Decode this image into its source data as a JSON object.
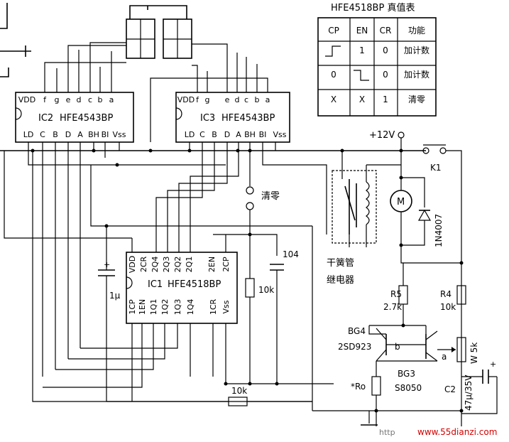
{
  "diagram": {
    "ic2": {
      "ref": "IC2",
      "part": "HFE4543BP",
      "top_pins": [
        "VDD",
        "f",
        "g",
        "e",
        "d",
        "c",
        "b",
        "a"
      ],
      "bottom_pins": [
        "LD",
        "C",
        "B",
        "D",
        "A",
        "BH",
        "BI",
        "Vss"
      ]
    },
    "ic3": {
      "ref": "IC3",
      "part": "HFE4543BP",
      "top_pins": [
        "VDD",
        "f",
        "g",
        "e",
        "d",
        "c",
        "b",
        "a"
      ],
      "bottom_pins": [
        "LD",
        "C",
        "B",
        "D",
        "A",
        "BH",
        "BI",
        "Vss"
      ]
    },
    "ic1": {
      "ref": "IC1",
      "part": "HFE4518BP",
      "top_pins": [
        "VDD",
        "2CR",
        "2Q4",
        "2Q3",
        "2Q2",
        "2Q1",
        "2EN",
        "2CP"
      ],
      "bottom_pins": [
        "1CP",
        "1EN",
        "1Q1",
        "1Q2",
        "1Q3",
        "1Q4",
        "1CR",
        "Vss"
      ]
    },
    "labels": {
      "reset_switch": "清零",
      "supply": "+12V",
      "k1": "K1",
      "diode": "1N4007",
      "motor": "M",
      "relay_line1": "干簧管",
      "relay_line2": "继电器",
      "cap_104": "104",
      "res_10k_a": "10k",
      "res_10k_b": "10k",
      "cap_1u": "1μ",
      "r5_name": "R5",
      "r5_value": "2.7k",
      "r4_name": "R4",
      "r4_value": "10k",
      "bg4_name": "BG4",
      "bg4_part": "2SD923",
      "bg3_name": "BG3",
      "bg3_part": "S8050",
      "node_b": "b",
      "node_a": "a",
      "pot": "W 5k",
      "ro": "*Ro",
      "c2_name": "C2",
      "c2_value": "47μ/35V"
    },
    "truth_table": {
      "title": "HFE4518BP 真值表",
      "headers": [
        "CP",
        "EN",
        "CR",
        "功能"
      ],
      "rows": [
        [
          "rising-edge",
          "1",
          "0",
          "加计数"
        ],
        [
          "0",
          "falling-edge",
          "0",
          "加计数"
        ],
        [
          "X",
          "X",
          "1",
          "清零"
        ]
      ]
    },
    "watermark": {
      "prefix": "http",
      "site": "www.55dianzi.com"
    }
  }
}
